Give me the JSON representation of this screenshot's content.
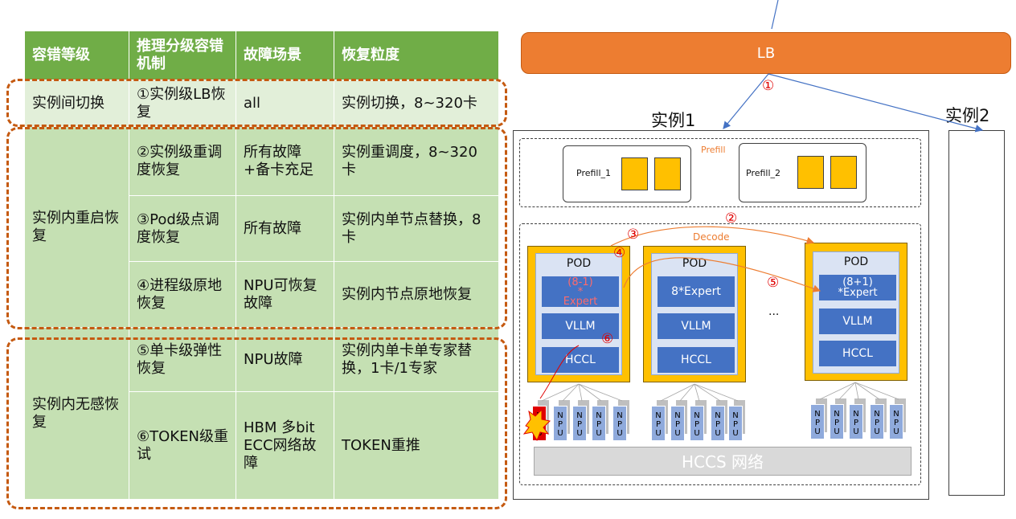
{
  "table": {
    "headers": [
      "容错等级",
      "推理分级容错机制",
      "故障场景",
      "恢复粒度"
    ],
    "rows": [
      {
        "level": "实例间切换",
        "mechanism": "①实例级LB恢复",
        "scenario": "all",
        "granularity": "实例切换，8~320卡"
      },
      {
        "level": "实例内重启恢复",
        "mechanism": "②实例级重调度恢复",
        "scenario": "所有故障+备卡充足",
        "granularity": "实例重调度，8~320卡"
      },
      {
        "level": "",
        "mechanism": "③Pod级点调度恢复",
        "scenario": "所有故障",
        "granularity": "实例内单节点替换，8卡"
      },
      {
        "level": "",
        "mechanism": "④进程级原地恢复",
        "scenario": "NPU可恢复故障",
        "granularity": "实例内节点原地恢复"
      },
      {
        "level": "实例内无感恢复",
        "mechanism": "⑤单卡级弹性恢复",
        "scenario": "NPU故障",
        "granularity": "实例内单卡单专家替换，1卡/1专家"
      },
      {
        "level": "",
        "mechanism": "⑥TOKEN级重试",
        "scenario": "HBM 多bit ECC网络故障",
        "granularity": "TOKEN重推"
      }
    ]
  },
  "diagram": {
    "lb": "LB",
    "instance1": "实例1",
    "instance2": "实例2",
    "prefill_label": "Prefill",
    "prefill1": "Prefill_1",
    "prefill2": "Prefill_2",
    "decode_label": "Decode",
    "pods": [
      {
        "title": "POD",
        "expert": "(8-1)\n*\nExpert",
        "vllm": "VLLM",
        "hccl": "HCCL"
      },
      {
        "title": "POD",
        "expert": "8*Expert",
        "vllm": "VLLM",
        "hccl": "HCCL"
      },
      {
        "title": "POD",
        "expert": "(8+1)\n*Expert",
        "vllm": "VLLM",
        "hccl": "HCCL"
      }
    ],
    "ellipsis": "...",
    "npu_label": "NPU",
    "hccs": "HCCS 网络",
    "markers": [
      "①",
      "②",
      "③",
      "④",
      "⑤",
      "⑥"
    ],
    "colors": {
      "lb": "#ed7d31",
      "pod": "#ffc000",
      "block": "#4472c4",
      "marker": "#e00000",
      "header": "#70ad47"
    }
  }
}
